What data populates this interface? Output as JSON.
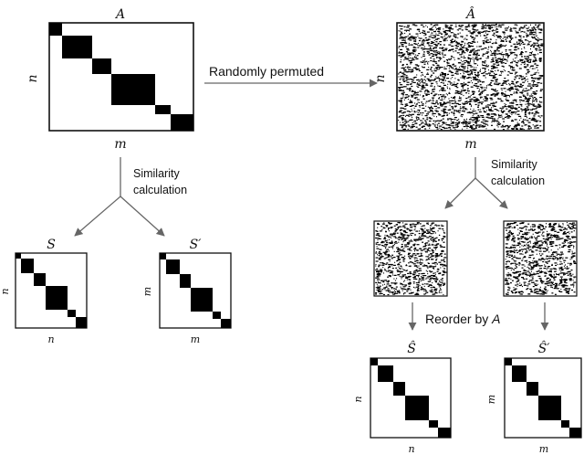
{
  "matrix_A": {
    "symbol": "A",
    "rows_label": "n",
    "cols_label": "m"
  },
  "matrix_A_hat": {
    "symbol": "Â",
    "rows_label": "n",
    "cols_label": "m"
  },
  "arrow_permute": {
    "label": "Randomly permuted"
  },
  "similarity_left": {
    "line1": "Similarity",
    "line2": "calculation"
  },
  "similarity_right": {
    "line1": "Similarity",
    "line2": "calculation"
  },
  "matrix_S": {
    "symbol": "S",
    "rows_label": "n",
    "cols_label": "n"
  },
  "matrix_S_prime": {
    "symbol": "S′",
    "rows_label": "m",
    "cols_label": "m"
  },
  "reorder": {
    "text": "Reorder by ",
    "var": "A"
  },
  "matrix_S_hat": {
    "symbol": "Ŝ",
    "rows_label": "n",
    "cols_label": "n"
  },
  "matrix_S_prime_hat": {
    "symbol": "Ŝ′",
    "rows_label": "m",
    "cols_label": "m"
  },
  "colors": {
    "ink": "#111111",
    "arrow": "#666666"
  }
}
